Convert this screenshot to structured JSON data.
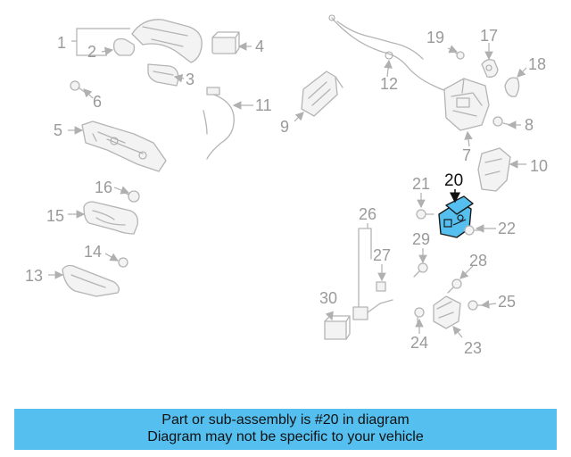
{
  "diagram": {
    "callouts": [
      "1",
      "2",
      "3",
      "4",
      "5",
      "6",
      "7",
      "8",
      "9",
      "10",
      "11",
      "12",
      "13",
      "14",
      "15",
      "16",
      "17",
      "18",
      "19",
      "20",
      "21",
      "22",
      "23",
      "24",
      "25",
      "26",
      "27",
      "28",
      "29",
      "30"
    ],
    "highlighted_part": "20",
    "highlight_color": "#55c0f0",
    "line_color": "#b4b4b4"
  },
  "banner": {
    "line1": "Part or sub-assembly is #20 in diagram",
    "line2": "Diagram may not be specific to your vehicle",
    "color": "#55c0f0"
  }
}
